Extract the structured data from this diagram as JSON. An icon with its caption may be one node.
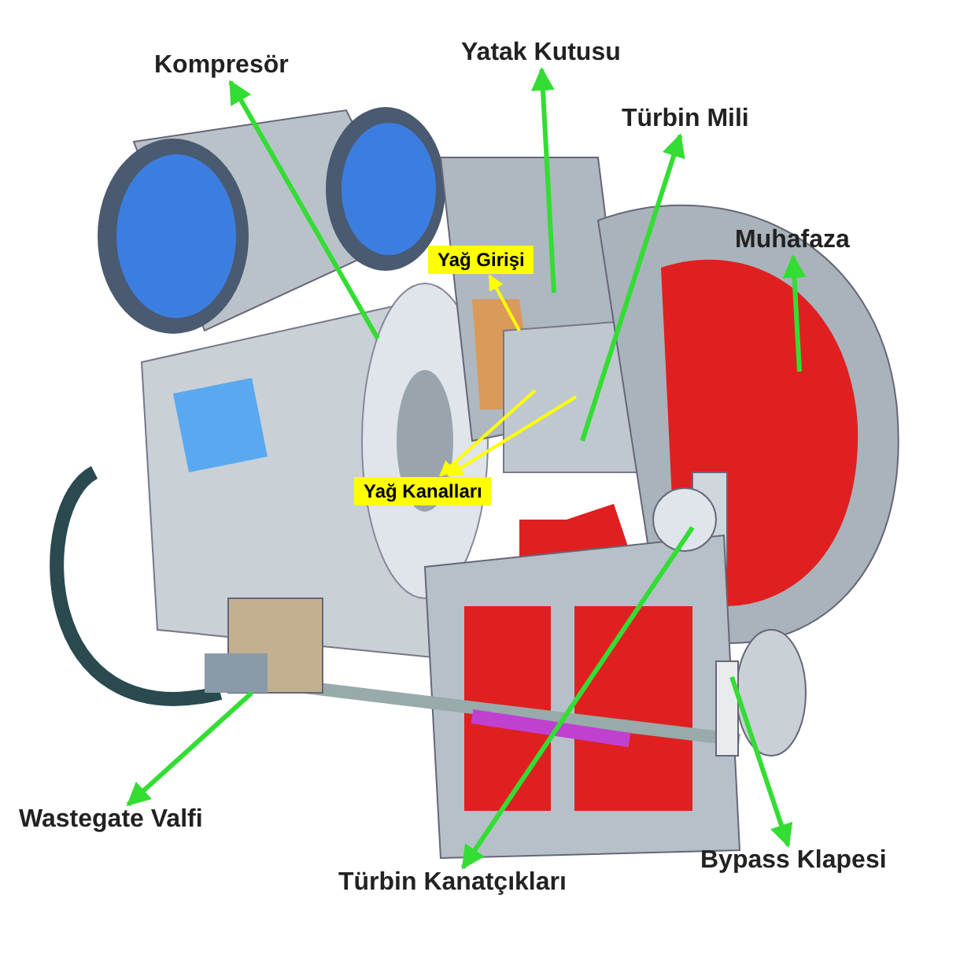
{
  "diagram": {
    "nodes": [
      {
        "text": [
          "Kompresör"
        ]
      },
      {
        "text": [
          "Yatak Kutusu"
        ]
      },
      {
        "text": [
          "Türbin Mili"
        ]
      },
      {
        "text": [
          "Muhafaza"
        ]
      },
      {
        "text": [
          "Yağ Girişi"
        ]
      },
      {
        "text": [
          "Yağ Kanalları"
        ]
      },
      {
        "text": [
          "Wastegate Valfi"
        ]
      },
      {
        "text": [
          "Türbin Kanatçıkları"
        ]
      },
      {
        "text": [
          "Bypass Klapesi"
        ]
      }
    ],
    "edges": [
      {
        "from": null,
        "to": 0,
        "arrow": "to"
      },
      {
        "from": null,
        "to": 1,
        "arrow": "to"
      },
      {
        "from": null,
        "to": 2,
        "arrow": "to"
      },
      {
        "from": null,
        "to": 3,
        "arrow": "to"
      },
      {
        "from": null,
        "to": 4,
        "arrow": "to",
        "color": "#ffff00"
      },
      {
        "from": null,
        "to": 5,
        "arrow": "to",
        "color": "#ffff00"
      },
      {
        "from": null,
        "to": 5,
        "arrow": "to",
        "color": "#ffff00"
      },
      {
        "from": null,
        "to": 6,
        "arrow": "to"
      },
      {
        "from": null,
        "to": 7,
        "arrow": "to"
      },
      {
        "from": null,
        "to": 8,
        "arrow": "to"
      }
    ]
  }
}
